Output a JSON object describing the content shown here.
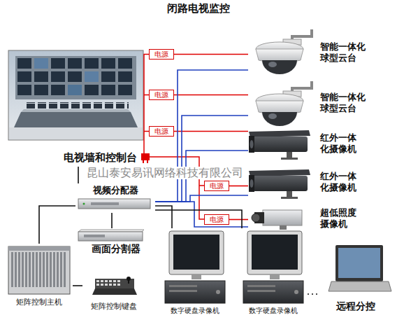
{
  "diagram": {
    "title": "闭路电视监控",
    "nodes": [
      {
        "text": [
          "电视墙和控制台"
        ]
      },
      {
        "text": [
          "电源"
        ]
      },
      {
        "text": [
          "智能一体化球型云台"
        ]
      },
      {
        "text": [
          "电源"
        ]
      },
      {
        "text": [
          "智能一体化球型云台"
        ]
      },
      {
        "text": [
          "电源"
        ]
      },
      {
        "text": [
          "红外一体化摄像机"
        ]
      },
      {
        "text": [
          "红外一体化摄像机"
        ]
      },
      {
        "text": [
          "电源"
        ]
      },
      {
        "text": [
          "视频分配器"
        ]
      },
      {
        "text": [
          "电源"
        ]
      },
      {
        "text": [
          "超低照度摄像机"
        ]
      },
      {
        "text": [
          "画面分割器"
        ]
      },
      {
        "text": [
          "矩阵控制主机"
        ]
      },
      {
        "text": [
          "矩阵控制键盘"
        ]
      },
      {
        "text": [
          "数字硬盘录像机"
        ]
      },
      {
        "text": [
          "数字硬盘录像机"
        ]
      },
      {
        "text": [
          "远程分控"
        ]
      }
    ],
    "edges": [
      {
        "from": 1,
        "to": 2,
        "arrow": "none"
      },
      {
        "from": 3,
        "to": 4,
        "arrow": "none"
      },
      {
        "from": 5,
        "to": 6,
        "arrow": "none"
      },
      {
        "from": 8,
        "to": 7,
        "arrow": "none"
      },
      {
        "from": 10,
        "to": 11,
        "arrow": "none"
      },
      {
        "from": 2,
        "to": 9,
        "arrow": "none"
      },
      {
        "from": 4,
        "to": 9,
        "arrow": "none"
      },
      {
        "from": 6,
        "to": 9,
        "arrow": "none"
      },
      {
        "from": 7,
        "to": 9,
        "arrow": "none"
      },
      {
        "from": 11,
        "to": 9,
        "arrow": "none"
      },
      {
        "from": 9,
        "to": 0,
        "arrow": "none"
      },
      {
        "from": 9,
        "to": 12,
        "arrow": "none"
      },
      {
        "from": 9,
        "to": 13,
        "arrow": "none"
      },
      {
        "from": 13,
        "to": 14,
        "arrow": "none"
      },
      {
        "from": 9,
        "to": 15,
        "arrow": "none"
      },
      {
        "from": 9,
        "to": 16,
        "arrow": "none"
      },
      {
        "from": 16,
        "to": 17,
        "arrow": "none"
      }
    ],
    "labels": [
      "昆山泰安易讯网络科技有限公司"
    ]
  }
}
